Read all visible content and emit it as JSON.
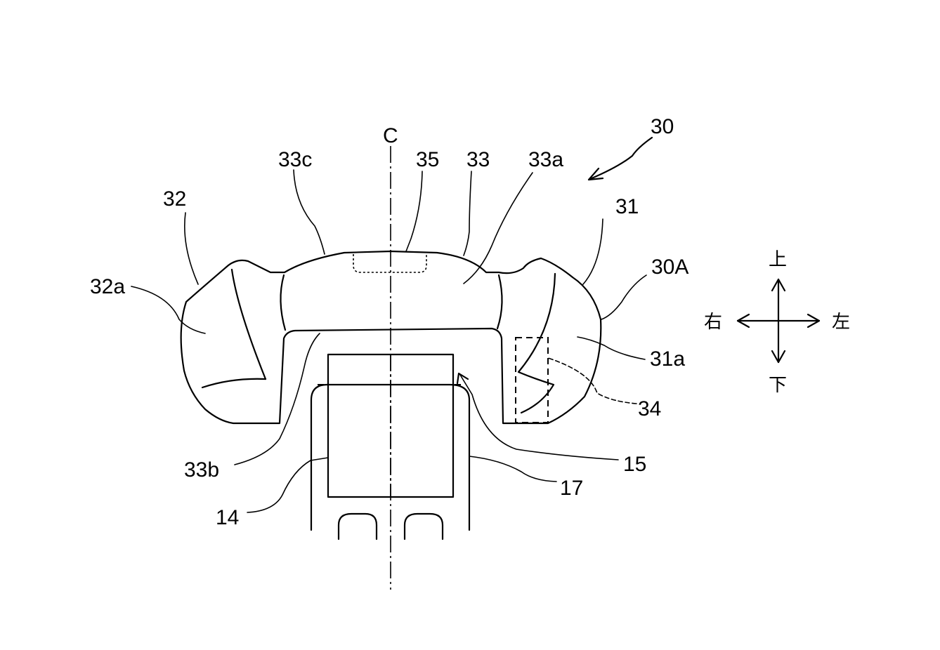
{
  "labels": {
    "centerline": "C",
    "assembly": "30",
    "bag_body": "30A",
    "left_chamber": "31",
    "left_chamber_part": "31a",
    "right_chamber": "32",
    "right_chamber_part": "32a",
    "center_chamber": "33",
    "center_chamber_a": "33a",
    "center_chamber_b": "33b",
    "center_chamber_c": "33c",
    "vent": "34",
    "tether": "35",
    "part_14": "14",
    "part_15": "15",
    "part_17": "17"
  },
  "directions": {
    "up": "上",
    "down": "下",
    "left": "左",
    "right": "右"
  }
}
